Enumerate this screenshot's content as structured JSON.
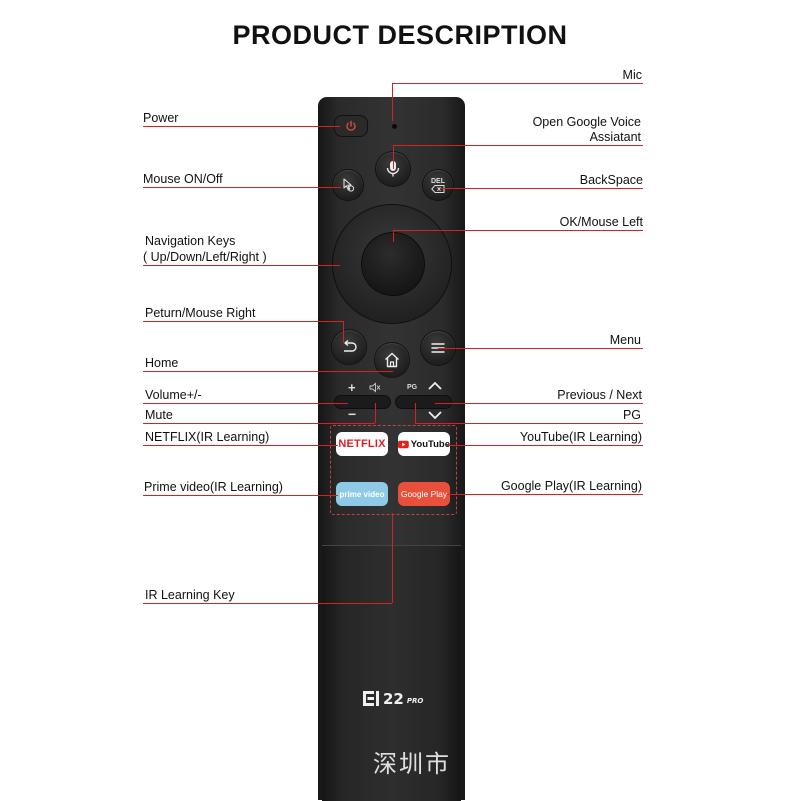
{
  "title": "PRODUCT DESCRIPTION",
  "labels_left": {
    "power": "Power",
    "mouse": "Mouse ON/Off",
    "nav_line1": "Navigation Keys",
    "nav_line2": "( Up/Down/Left/Right )",
    "return": "Peturn/Mouse Right",
    "home": "Home",
    "volume": "Volume+/-",
    "mute": "Mute",
    "netflix": "NETFLIX(IR Learning)",
    "prime": "Prime video(IR Learning)",
    "ir": "IR Learning Key"
  },
  "labels_right": {
    "mic": "Mic",
    "voice_line1": "Open Google Voice",
    "voice_line2": "Assiatant",
    "backspace": "BackSpace",
    "ok": "OK/Mouse Left",
    "menu": "Menu",
    "prev_next": "Previous / Next",
    "pg": "PG",
    "youtube": "YouTube(IR Learning)",
    "gplay": "Google Play(IR Learning)"
  },
  "remote": {
    "del_text": "DEL",
    "pg_text": "PG",
    "plus": "+",
    "minus": "−",
    "netflix": "NETFLIX",
    "youtube": "YouTube",
    "prime": "prime video",
    "gplay": "Google Play",
    "brand_num": "22",
    "brand_pro": "PRO"
  },
  "watermark": "深圳市",
  "colors": {
    "leader": "#d32222",
    "netflix": "#d81f26",
    "prime": "#8ecae6",
    "gplay": "#e9503b"
  }
}
